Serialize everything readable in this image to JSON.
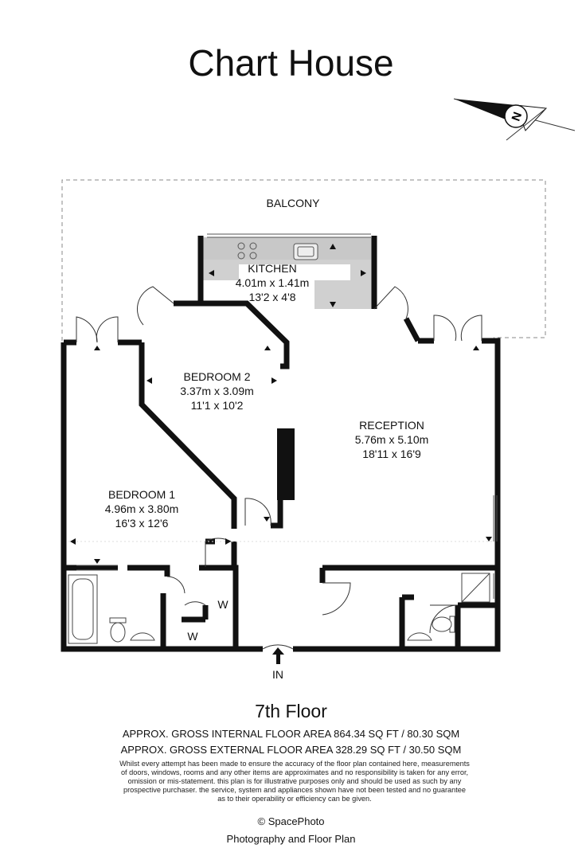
{
  "title": "Chart House",
  "compass": {
    "icon": "north-arrow-icon",
    "letter": "N"
  },
  "rooms": {
    "balcony": {
      "name": "BALCONY"
    },
    "kitchen": {
      "name": "KITCHEN",
      "metric": "4.01m x 1.41m",
      "imperial": "13'2 x 4'8"
    },
    "bedroom2": {
      "name": "BEDROOM 2",
      "metric": "3.37m x 3.09m",
      "imperial": "11'1 x 10'2"
    },
    "reception": {
      "name": "RECEPTION",
      "metric": "5.76m x 5.10m",
      "imperial": "18'11 x 16'9"
    },
    "bedroom1": {
      "name": "BEDROOM 1",
      "metric": "4.96m x 3.80m",
      "imperial": "16'3 x 12'6"
    },
    "wardrobe1": {
      "name": "W"
    },
    "wardrobe2": {
      "name": "W"
    },
    "entrance": {
      "name": "IN"
    }
  },
  "floor": "7th Floor",
  "internal_area": "APPROX. GROSS INTERNAL FLOOR AREA 864.34 SQ FT /  80.30 SQM",
  "external_area": "APPROX. GROSS EXTERNAL FLOOR AREA 328.29 SQ FT /  30.50 SQM",
  "disclaimer": "Whilst every attempt has been made to ensure the accuracy of the floor plan contained here, measurements of doors, windows, rooms and any other items are approximates and no responsibility is taken for any error, omission or mis-statement. this plan is for illustrative purposes only and should be used as such by any prospective purchaser. the service, system and appliances shown have not been tested and no guarantee as to their operability or efficiency can be given.",
  "copyright_symbol": "©",
  "copyright": "SpacePhoto",
  "credit": "Photography and Floor Plan"
}
